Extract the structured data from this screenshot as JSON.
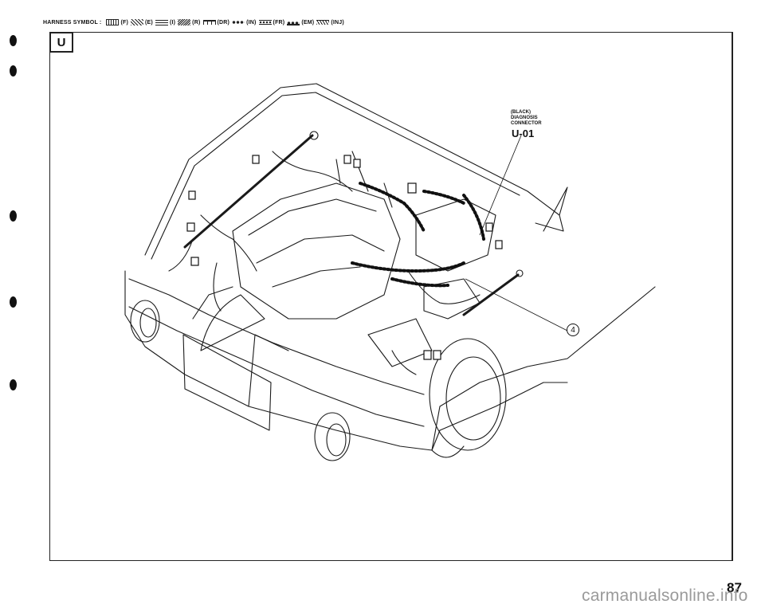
{
  "legend": {
    "title": "HARNESS SYMBOL :",
    "items": [
      {
        "code": "(F)",
        "icon": "harness-front-pattern"
      },
      {
        "code": "(E)",
        "icon": "harness-engine-pattern"
      },
      {
        "code": "(I)",
        "icon": "harness-instrument-pattern"
      },
      {
        "code": "(R)",
        "icon": "harness-rear-pattern"
      },
      {
        "code": "(DR)",
        "icon": "harness-door-pattern"
      },
      {
        "code": "(IN)",
        "icon": "harness-interior-pattern"
      },
      {
        "code": "(FR)",
        "icon": "harness-front-room-pattern"
      },
      {
        "code": "(EM)",
        "icon": "harness-emission-pattern"
      },
      {
        "code": "(INJ)",
        "icon": "harness-injector-pattern"
      }
    ]
  },
  "section": "U",
  "connector": {
    "color": "(BLACK)",
    "line1": "DIAGNOSIS",
    "line2": "CONNECTOR",
    "code": "U-01"
  },
  "callout": "4",
  "page_number": "87",
  "watermark": "carmanualsonline.info"
}
